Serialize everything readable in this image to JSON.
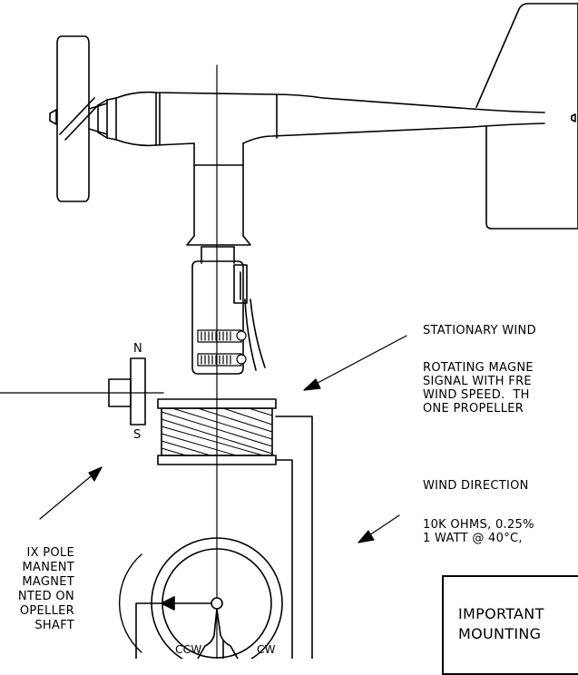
{
  "labels": {
    "stationary_winding": "STATIONARY WIND",
    "rotating_magnet_lines": [
      "ROTATING MAGNE",
      "SIGNAL WITH FRE",
      "WIND SPEED.  TH",
      "ONE PROPELLER"
    ],
    "wind_direction": "WIND DIRECTION",
    "potentiometer_lines": [
      "10K OHMS, 0.25%",
      "1 WATT @ 40°C,"
    ],
    "magnet_lines": [
      "IX POLE",
      "MANENT",
      "MAGNET",
      "NTED ON",
      "OPELLER",
      "SHAFT"
    ],
    "pole_north": "N",
    "pole_south": "S",
    "ccw": "CCW",
    "cw": "CW",
    "important_lines": [
      "IMPORTANT",
      "MOUNTING"
    ]
  }
}
